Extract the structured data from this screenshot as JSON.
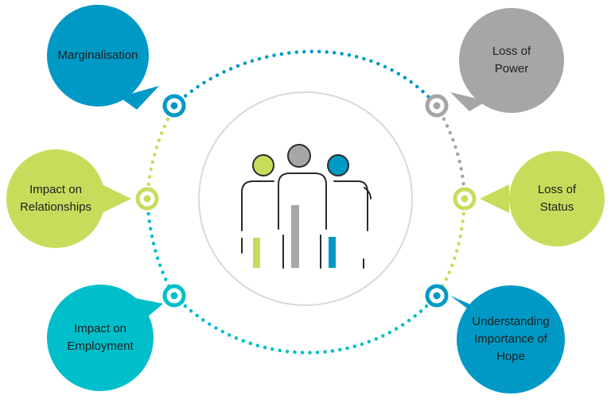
{
  "colors": {
    "blue": "#0099c6",
    "teal": "#00bfca",
    "green": "#c8dc5c",
    "gray": "#a6a6a6",
    "center_ring": "#d9d9d9",
    "text": "#1f1f1f"
  },
  "bubbles": [
    {
      "id": "marginalisation",
      "label": "Marginalisation",
      "color": "blue"
    },
    {
      "id": "impact-on-relationships",
      "label": "Impact on\nRelationships",
      "color": "green"
    },
    {
      "id": "impact-on-employment",
      "label": "Impact on\nEmployment",
      "color": "teal"
    },
    {
      "id": "loss-of-power",
      "label": "Loss of\nPower",
      "color": "gray"
    },
    {
      "id": "loss-of-status",
      "label": "Loss of\nStatus",
      "color": "green"
    },
    {
      "id": "understanding-importance-of-hope",
      "label": "Understanding\nImportance of\nHope",
      "color": "blue"
    }
  ],
  "center": {
    "icon": "people-group-icon"
  }
}
